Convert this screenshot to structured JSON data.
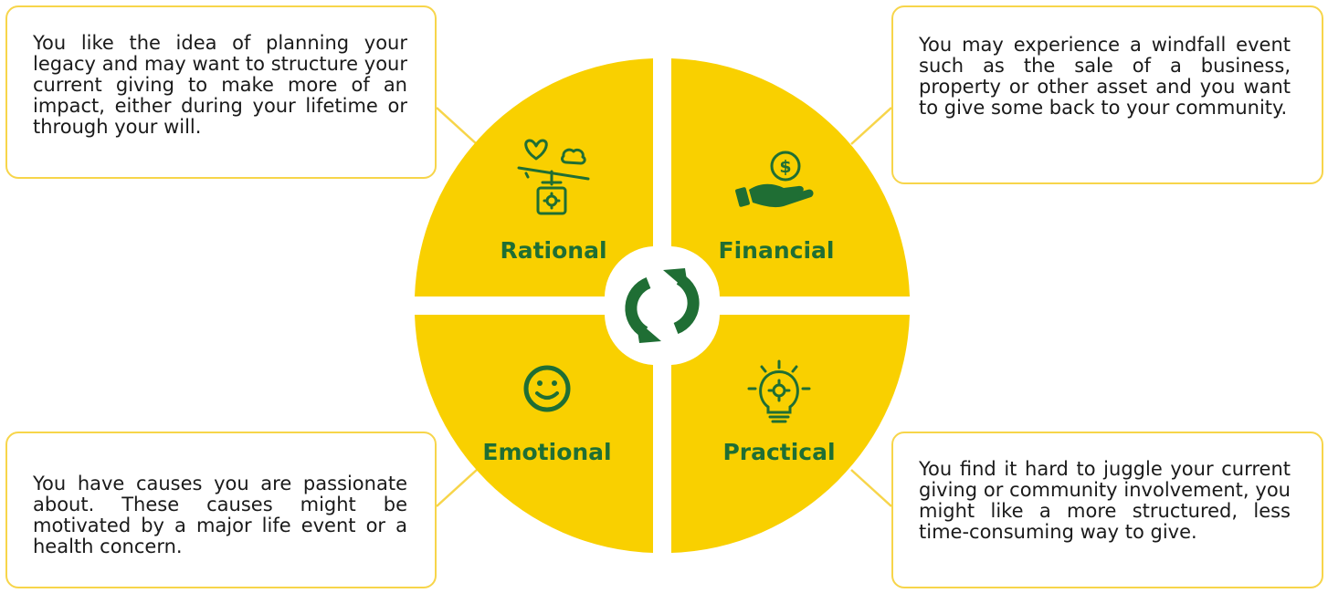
{
  "quadrants": {
    "rational": {
      "label": "Rational",
      "icon": "seesaw-heart-money-icon"
    },
    "financial": {
      "label": "Financial",
      "icon": "hand-coin-icon"
    },
    "emotional": {
      "label": "Emotional",
      "icon": "smiley-face-icon"
    },
    "practical": {
      "label": "Practical",
      "icon": "lightbulb-gear-icon"
    }
  },
  "center_icon": "cycle-arrows-icon",
  "descriptions": {
    "rational": "You like the idea of planning your legacy and may want to structure your current giving to make more of an impact, either during your lifetime or through your will.",
    "financial": "You may experience a windfall event such as the sale of a business, property or other asset and you want to give some back to your community.",
    "emotional": "You have causes you are passionate about. These causes might be motivated by a major life event or a health concern.",
    "practical": "You find it hard to juggle your current giving or community involvement, you might like a more structured, less time-consuming way to give."
  },
  "colors": {
    "quadrant_fill": "#f9d000",
    "box_border": "#f7d54a",
    "label_green": "#1f6e34",
    "icon_green": "#1f6e34"
  }
}
